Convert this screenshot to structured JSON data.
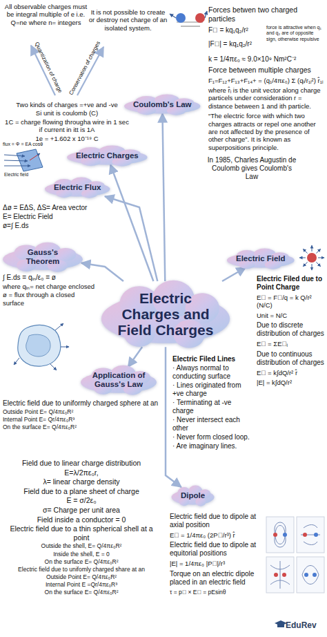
{
  "diagram": {
    "nodes": [
      {
        "text": [
          "Electric Charges and Field Charges"
        ]
      },
      {
        "text": [
          "Coulomb's Law"
        ]
      },
      {
        "text": [
          "Electric Charges"
        ]
      },
      {
        "text": [
          "Electric Flux"
        ]
      },
      {
        "text": [
          "Gauss's Theorem"
        ]
      },
      {
        "text": [
          "Electric Field"
        ]
      },
      {
        "text": [
          "Application of Gauss's Law"
        ]
      },
      {
        "text": [
          "Dipole"
        ]
      }
    ],
    "edges": [
      {
        "from": 0,
        "to": 1,
        "arrow": "to"
      },
      {
        "from": 0,
        "to": 2,
        "arrow": "to"
      },
      {
        "from": 0,
        "to": 3,
        "arrow": "to"
      },
      {
        "from": 0,
        "to": 4,
        "arrow": "to"
      },
      {
        "from": 0,
        "to": 5,
        "arrow": "to"
      },
      {
        "from": 0,
        "to": 6,
        "arrow": "to"
      },
      {
        "from": 0,
        "to": 7,
        "arrow": "to"
      }
    ],
    "labels": [
      "All observable charges must be integral multiple of e i.e. Q=ne where n= integers",
      "Quantization of charge",
      "Conservation of charges",
      "It is not possible to create or destroy net charge of an isolated system.",
      "Forces betwen two charged particles",
      "F⃗ = kq₁q₂/r²",
      "force is attractive when q₁ and q₂ are of opposite sign, otherwise repulsive",
      "|F⃗| = kq₁q₂/r²",
      "k = 1/4πε₀ ≈ 9.0×10⁹ Nm²C⁻²",
      "Force between multiple charges",
      "F₁=F₁₂+F₁₃+F₁₄+ = (q₁/4πε₀) Σ (qᵢ/r₁ᵢ²) r̂₁ᵢ",
      "where r̂ᵢ is the unit vector along charge particels under consideration r = distance between 1 and ith particle.",
      "“The electric force with which two charges attracts or repel one another are not affected by the presence of other charge”. It is known as superpositions principle.",
      "In 1985, Charles Augustin de Coulomb gives Coulomb's Law",
      "Two kinds of charges =+ve and -ve",
      "Si unit is coulomb (C)",
      "1C = charge flowing througha wire in 1 sec if current in itt is 1A",
      "1e = +1.602 x 10⁻¹⁹ C",
      "flux = Φ = EA cosθ",
      "Electric field",
      "Δø = EΔS, ΔS= Area vector",
      "E= Electric Field",
      "ø=∫ E.ds",
      "∫ E.ds = qᵢₙ/ε₀ = ø",
      "where qᵢₙ= net charge enclosed",
      "ø = flux through a closed surface",
      "Electric field due to uniformly charged sphere at an",
      "Outside Point E= Q/4πε₀R²",
      "Internal Point E= Qr/4πε₀R³",
      "On the surface E= Q/4πε₀R²",
      "Field due to linear charge distribution",
      "E=λ/2πε₀r,",
      "λ= linear charge density",
      "Field due to a plane sheet of charge",
      "E = σ/2ε₀",
      "σ= Charge per unit area",
      "Field inside a conductor = 0",
      "Electric field due to a thin spherical shell at a point",
      "Outside the shell, E= Q/4πε₀R²",
      "Inside the shell, E = 0",
      "On the surface E= Q/4πε₀R²",
      "Electric field due to unifomly charged share at an",
      "Outside Point E= Q/4πε₀R²",
      "Internal Point E =Qr/4πε₀R³",
      "On the surface E= Q/4πε₀R²",
      "Electric Filed due to Point Charge",
      "E⃗ = F⃗/q = k Q/r² (N/C)",
      "Unit = N/C",
      "Due to discrete distribution of charges",
      "E⃗ = ΣE⃗ᵢ",
      "Due to continuous distribution of charges",
      "E⃗ = k∫dQ/r² r̂",
      "|E| = k∫dQ/r²",
      "Electric Filed Lines",
      "· Always normal to conducting surface",
      "· Lines originated from +ve charge",
      "· Terminating at -ve charge",
      "· Never intersect each other",
      "· Never form closed loop.",
      "· Are imaginary lines.",
      "Electric field due to dipole at axial position",
      "E⃗ = 1/4πε₀ (2P⃗/r³) r̂",
      "Electric field due to dipole at equitorial positions",
      "|E| = 1/4πε₀ |P⃗|/r³",
      "Torque on an electric dipole placed in an electric field",
      "τ = p⃗ × E⃗ = pEsinθ",
      "EduRev"
    ]
  }
}
